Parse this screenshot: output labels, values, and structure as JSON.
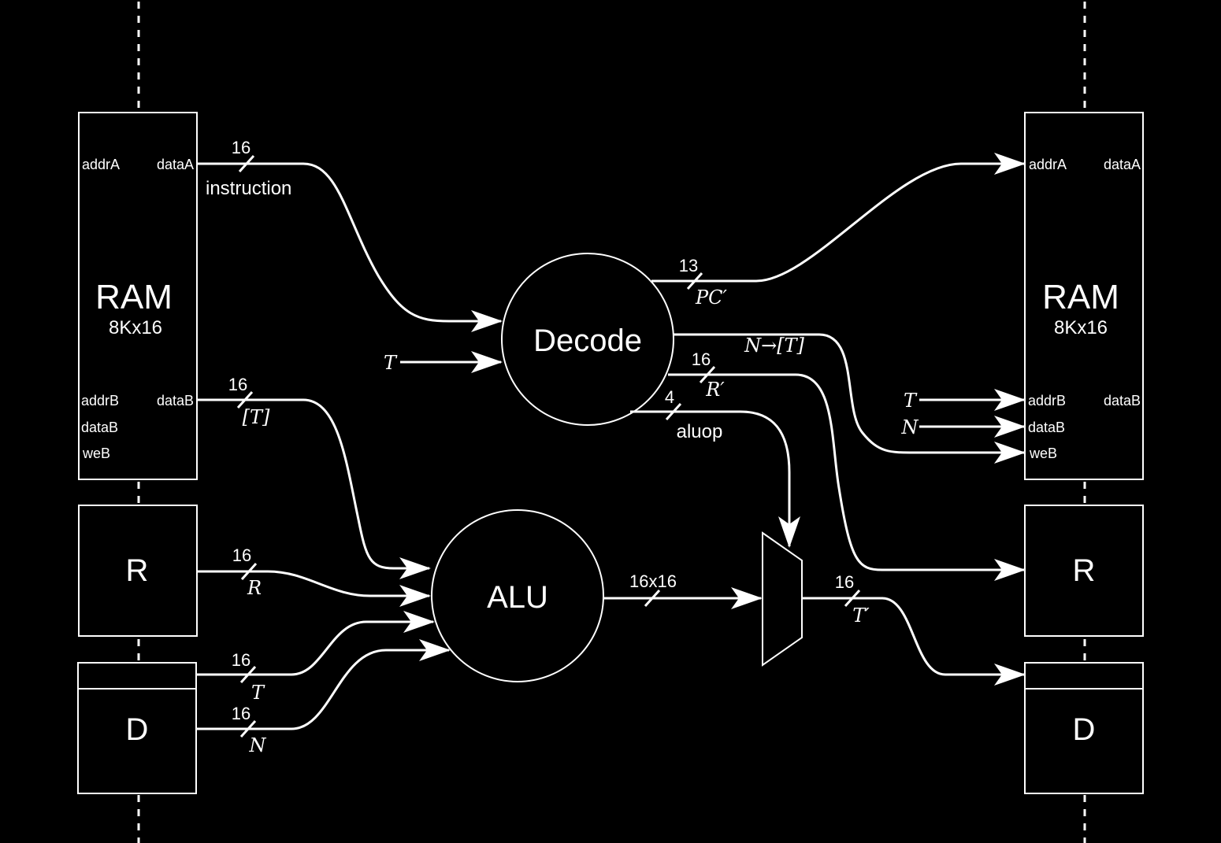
{
  "ram_left": {
    "title": "RAM",
    "size": "8Kx16",
    "ports": {
      "addrA": "addrA",
      "dataA": "dataA",
      "addrB": "addrB",
      "dataB_out": "dataB",
      "dataB_in": "dataB",
      "weB": "weB"
    }
  },
  "ram_right": {
    "title": "RAM",
    "size": "8Kx16",
    "ports": {
      "addrA": "addrA",
      "dataA": "dataA",
      "addrB": "addrB",
      "dataB_out": "dataB",
      "dataB_in": "dataB",
      "weB": "weB"
    }
  },
  "blocks": {
    "r_left": "R",
    "d_left": "D",
    "r_right": "R",
    "d_right": "D",
    "decode": "Decode",
    "alu": "ALU"
  },
  "wires": {
    "instruction": {
      "width": "16",
      "label": "instruction"
    },
    "mem_t": {
      "width": "16",
      "label": "[T]"
    },
    "r_in": {
      "width": "16",
      "label": "R"
    },
    "t_in": {
      "width": "16",
      "label": "T"
    },
    "n_in": {
      "width": "16",
      "label": "N"
    },
    "decode_t": {
      "label": "T"
    },
    "pc": {
      "width": "13",
      "label": "PC′"
    },
    "n_to_t": {
      "label": "N→[T]"
    },
    "r_out": {
      "width": "16",
      "label": "R′"
    },
    "aluop": {
      "width": "4",
      "label": "aluop"
    },
    "alu_out": {
      "width": "16x16"
    },
    "t_out": {
      "width": "16",
      "label": "T′"
    },
    "ram_t": {
      "label": "T"
    },
    "ram_n": {
      "label": "N"
    }
  }
}
